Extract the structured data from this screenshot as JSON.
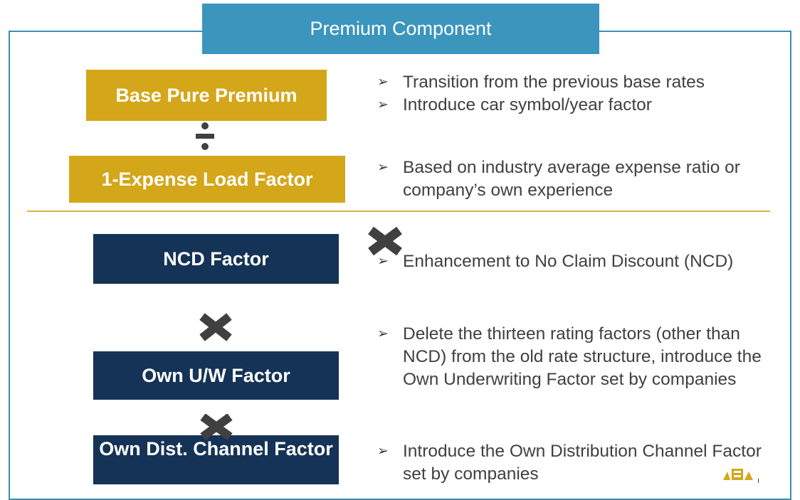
{
  "header": {
    "title": "Premium Component"
  },
  "boxes": {
    "base_pure_premium": "Base Pure Premium",
    "expense_load": "1-Expense Load Factor",
    "ncd": "NCD Factor",
    "own_uw": "Own U/W Factor",
    "own_dist_channel": "Own Dist. Channel Factor"
  },
  "bullets": {
    "base": [
      "Transition from the previous base rates",
      "Introduce car symbol/year factor"
    ],
    "expense": [
      "Based on industry average expense ratio or company’s own experience"
    ],
    "ncd": [
      "Enhancement to No Claim Discount (NCD)"
    ],
    "own_uw": [
      "Delete the thirteen rating factors (other than NCD) from the old rate structure, introduce the Own Underwriting Factor set by companies"
    ],
    "own_dist": [
      "Introduce the Own Distribution Channel Factor set by companies"
    ]
  },
  "icons": {
    "divide": "divide-icon",
    "multiply": "multiply-icon",
    "arrow_bullet": "arrow-bullet-icon",
    "logo": "logo-icon"
  },
  "colors": {
    "header": "#3b95bd",
    "frame": "#3b8fb3",
    "gold": "#d4a619",
    "navy": "#153356",
    "divider": "#d8b33c",
    "operator": "#404040"
  }
}
